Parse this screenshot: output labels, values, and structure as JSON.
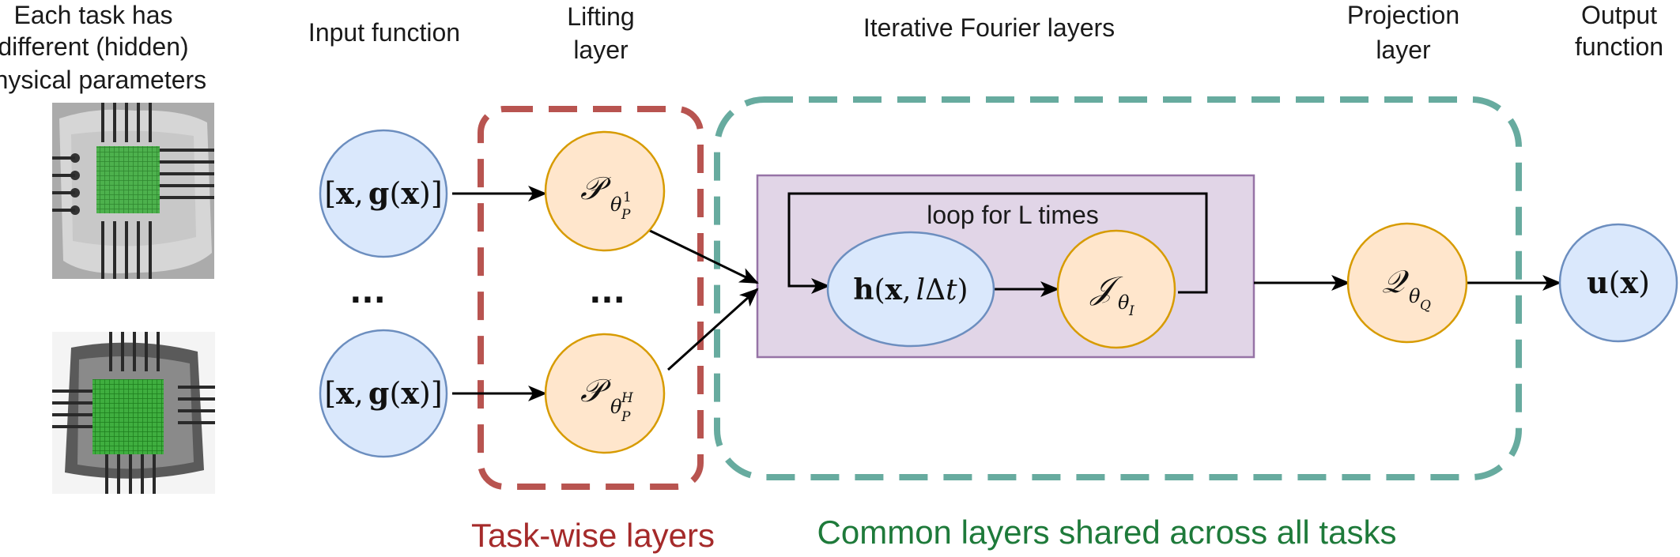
{
  "headers": {
    "task_caption_line1": "Each task has",
    "task_caption_line2": "different (hidden)",
    "task_caption_line3": "physical parameters",
    "input_function": "Input function",
    "lifting_line1": "Lifting",
    "lifting_line2": "layer",
    "fourier": "Iterative Fourier layers",
    "projection_line1": "Projection",
    "projection_line2": "layer",
    "output_line1": "Output",
    "output_line2": "function"
  },
  "nodes": {
    "input_top": {
      "open": "[",
      "x": "x",
      "comma": ",",
      "g": "g",
      "lp": "(",
      "gx": "x",
      "rp": ")",
      "close": "]"
    },
    "input_bottom": {
      "open": "[",
      "x": "x",
      "comma": ",",
      "g": "g",
      "lp": "(",
      "gx": "x",
      "rp": ")",
      "close": "]"
    },
    "lift_top": {
      "symbol": "𝒫",
      "sub": "θ",
      "sub2": "P",
      "sup": "1"
    },
    "lift_bottom": {
      "symbol": "𝒫",
      "sub": "θ",
      "sub2": "P",
      "sup": "H"
    },
    "hidden": {
      "h": "h",
      "open": "(",
      "x": "x",
      "comma": ",",
      "l": "l",
      "delta": "Δ",
      "t": "t",
      "close": ")"
    },
    "kernel": {
      "symbol": "𝒥",
      "sub": "θ",
      "sub2": "I"
    },
    "projection": {
      "symbol": "𝒬",
      "sub": "θ",
      "sub2": "Q"
    },
    "output": {
      "u": "u",
      "open": "(",
      "x": "x",
      "close": ")"
    }
  },
  "ellipsis": {
    "input": "...",
    "lift": "..."
  },
  "loop_label": "loop for L times",
  "groups": {
    "task_wise": "Task-wise layers",
    "common": "Common layers shared across all tasks"
  },
  "colors": {
    "blue_fill": "#dae8fc",
    "blue_stroke": "#6c8ebf",
    "orange_fill": "#ffe6cc",
    "orange_stroke": "#d79b00",
    "purple_fill": "#e1d5e7",
    "purple_stroke": "#9673a6",
    "red_dash": "#b85450",
    "teal_dash": "#67ab9f",
    "task_wise_text": "#a52a2a",
    "common_text": "#1e7a3a"
  }
}
